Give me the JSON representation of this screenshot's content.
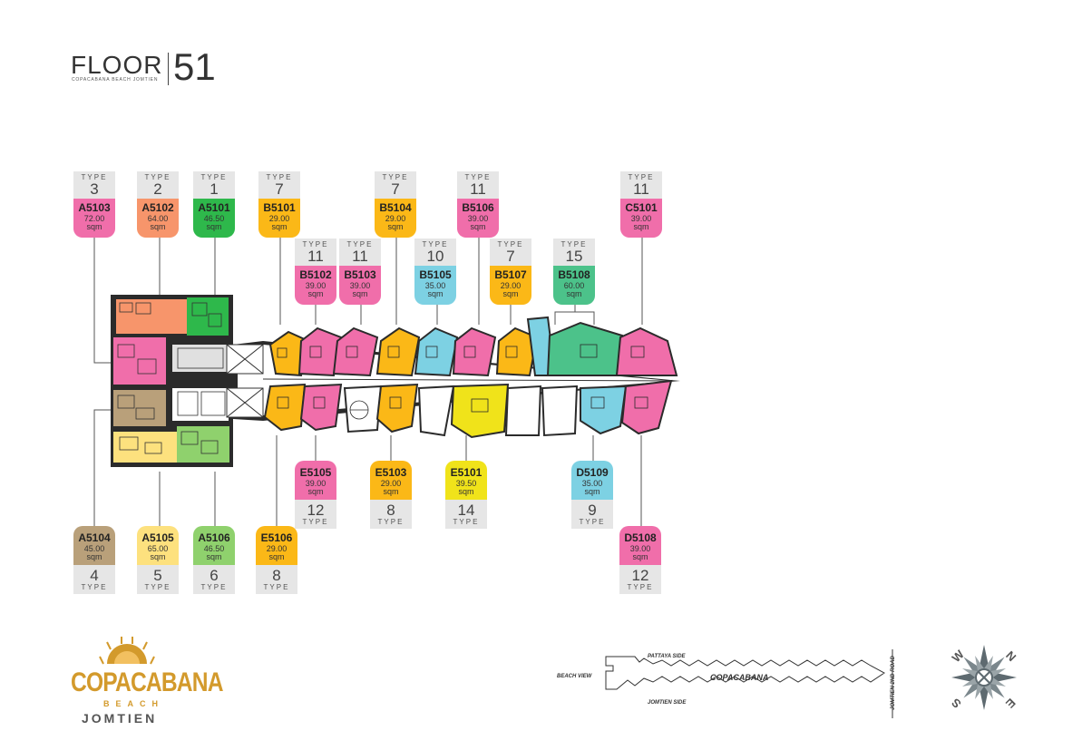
{
  "header": {
    "floor_word": "FLOOR",
    "floor_number": "51",
    "subtitle": "COPACABANA BEACH JOMTIEN"
  },
  "type_word": "TYPE",
  "area_unit": "sqm",
  "units_top": [
    {
      "code": "A5103",
      "type": "3",
      "area": "72.00",
      "color": "#f06eaa"
    },
    {
      "code": "A5102",
      "type": "2",
      "area": "64.00",
      "color": "#f7956b"
    },
    {
      "code": "A5101",
      "type": "1",
      "area": "46.50",
      "color": "#2eb84b"
    },
    {
      "code": "B5101",
      "type": "7",
      "area": "29.00",
      "color": "#fbb817"
    },
    {
      "code": "B5102",
      "type": "11",
      "area": "39.00",
      "color": "#f06eaa"
    },
    {
      "code": "B5103",
      "type": "11",
      "area": "39.00",
      "color": "#f06eaa"
    },
    {
      "code": "B5104",
      "type": "7",
      "area": "29.00",
      "color": "#fbb817"
    },
    {
      "code": "B5105",
      "type": "10",
      "area": "35.00",
      "color": "#7dd1e3"
    },
    {
      "code": "B5106",
      "type": "11",
      "area": "39.00",
      "color": "#f06eaa"
    },
    {
      "code": "B5107",
      "type": "7",
      "area": "29.00",
      "color": "#fbb817"
    },
    {
      "code": "B5108",
      "type": "15",
      "area": "60.00",
      "color": "#4cc28a"
    },
    {
      "code": "C5101",
      "type": "11",
      "area": "39.00",
      "color": "#f06eaa"
    }
  ],
  "units_bottom": [
    {
      "code": "A5104",
      "type": "4",
      "area": "45.00",
      "color": "#b9a07a"
    },
    {
      "code": "A5105",
      "type": "5",
      "area": "65.00",
      "color": "#fde17e"
    },
    {
      "code": "A5106",
      "type": "6",
      "area": "46.50",
      "color": "#8fd16d"
    },
    {
      "code": "E5106",
      "type": "8",
      "area": "29.00",
      "color": "#fbb817"
    },
    {
      "code": "E5105",
      "type": "12",
      "area": "39.00",
      "color": "#f06eaa"
    },
    {
      "code": "E5103",
      "type": "8",
      "area": "29.00",
      "color": "#fbb817"
    },
    {
      "code": "E5101",
      "type": "14",
      "area": "39.50",
      "color": "#f0e31a"
    },
    {
      "code": "D5109",
      "type": "9",
      "area": "35.00",
      "color": "#7dd1e3"
    },
    {
      "code": "D5108",
      "type": "12",
      "area": "39.00",
      "color": "#f06eaa"
    }
  ],
  "logo": {
    "name": "COPACABANA",
    "line2": "BEACH",
    "line3": "JOMTIEN",
    "color": "#d39a2c"
  },
  "site_plan": {
    "north_label": "PATTAYA SIDE",
    "south_label": "JOMTIEN SIDE",
    "west_label": "BEACH VIEW",
    "east_label": "JOMTIEN 2ND ROAD",
    "center_label": "COPACABANA"
  },
  "compass": {
    "n": "N",
    "e": "E",
    "s": "S",
    "w": "W"
  }
}
